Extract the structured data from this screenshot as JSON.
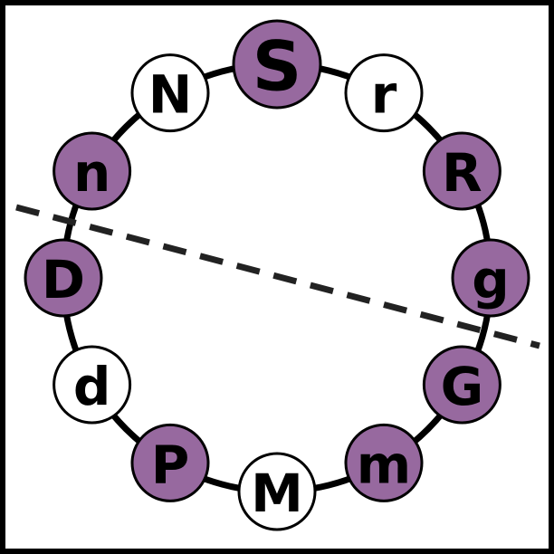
{
  "colors": {
    "filled": "#97699f",
    "empty": "#ffffff",
    "stroke": "#000000",
    "ring": "#000000",
    "line": "#222222",
    "frame": "#000000"
  },
  "nodes": [
    {
      "label": "S",
      "filled": true
    },
    {
      "label": "r",
      "filled": false
    },
    {
      "label": "R",
      "filled": true
    },
    {
      "label": "g",
      "filled": true
    },
    {
      "label": "G",
      "filled": true
    },
    {
      "label": "m",
      "filled": true
    },
    {
      "label": "M",
      "filled": false
    },
    {
      "label": "P",
      "filled": true
    },
    {
      "label": "d",
      "filled": false
    },
    {
      "label": "D",
      "filled": true
    },
    {
      "label": "n",
      "filled": true
    },
    {
      "label": "N",
      "filled": false
    }
  ]
}
